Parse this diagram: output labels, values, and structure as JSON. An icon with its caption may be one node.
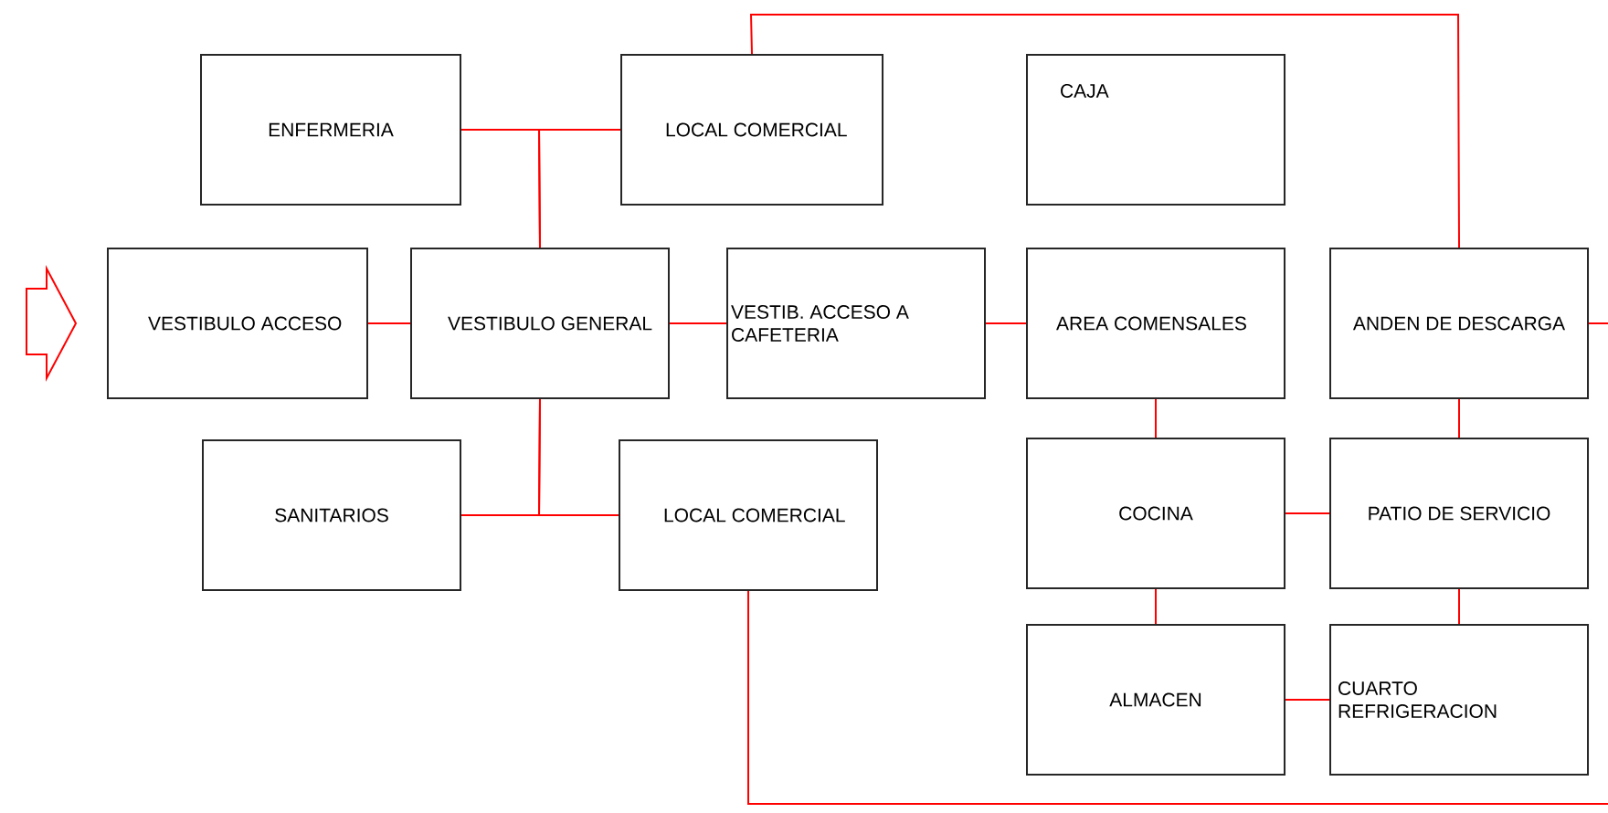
{
  "diagram": {
    "nodes": [
      {
        "text": [
          "ENFERMERIA"
        ]
      },
      {
        "text": [
          "LOCAL COMERCIAL"
        ]
      },
      {
        "text": [
          "CAJA"
        ]
      },
      {
        "text": [
          "VESTIBULO ACCESO"
        ]
      },
      {
        "text": [
          "VESTIBULO GENERAL"
        ]
      },
      {
        "text": [
          "VESTIB. ACCESO A CAFETERIA"
        ]
      },
      {
        "text": [
          "AREA COMENSALES"
        ]
      },
      {
        "text": [
          "ANDEN DE DESCARGA"
        ]
      },
      {
        "text": [
          "SANITARIOS"
        ]
      },
      {
        "text": [
          "LOCAL COMERCIAL"
        ]
      },
      {
        "text": [
          "COCINA"
        ]
      },
      {
        "text": [
          "PATIO DE SERVICIO"
        ]
      },
      {
        "text": [
          "ALMACEN"
        ]
      },
      {
        "text": [
          "CUARTO REFRIGERACION"
        ]
      }
    ],
    "edges": [
      {
        "from": null,
        "to": 3,
        "arrow": "to"
      },
      {
        "from": 4,
        "to": 0,
        "arrow": "none"
      },
      {
        "from": 4,
        "to": 1,
        "arrow": "none"
      },
      {
        "from": 3,
        "to": 4,
        "arrow": "none"
      },
      {
        "from": 4,
        "to": 5,
        "arrow": "none"
      },
      {
        "from": 5,
        "to": 6,
        "arrow": "none"
      },
      {
        "from": 4,
        "to": 8,
        "arrow": "none"
      },
      {
        "from": 4,
        "to": 9,
        "arrow": "none"
      },
      {
        "from": 1,
        "to": 7,
        "arrow": "none"
      },
      {
        "from": 7,
        "to": null,
        "arrow": "none"
      },
      {
        "from": 6,
        "to": 10,
        "arrow": "none"
      },
      {
        "from": 10,
        "to": 11,
        "arrow": "none"
      },
      {
        "from": 7,
        "to": 11,
        "arrow": "none"
      },
      {
        "from": 10,
        "to": 12,
        "arrow": "none"
      },
      {
        "from": 11,
        "to": 13,
        "arrow": "none"
      },
      {
        "from": 12,
        "to": 13,
        "arrow": "none"
      },
      {
        "from": 9,
        "to": null,
        "arrow": "none"
      }
    ]
  }
}
